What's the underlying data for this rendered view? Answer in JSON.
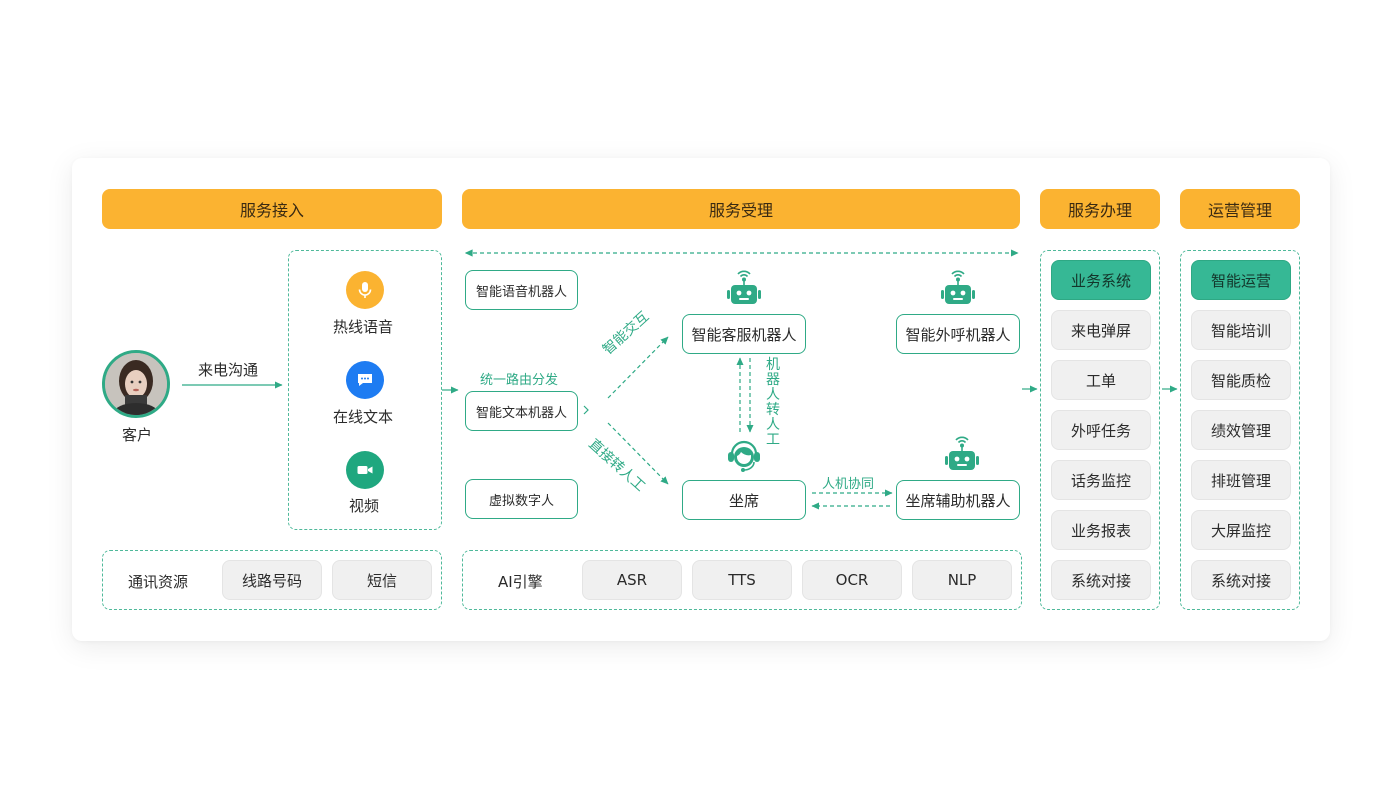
{
  "headers": {
    "access": "服务接入",
    "handling": "服务受理",
    "processing": "服务办理",
    "operations": "运营管理"
  },
  "customer": {
    "label": "客户",
    "channel_label": "来电沟通"
  },
  "channels": [
    {
      "label": "热线语音",
      "icon": "microphone-icon",
      "color": "#fbb331"
    },
    {
      "label": "在线文本",
      "icon": "chat-bubble-icon",
      "color": "#1e7cf2"
    },
    {
      "label": "视频",
      "icon": "video-camera-icon",
      "color": "#1fa77f"
    }
  ],
  "routing_label": "统一路由分发",
  "robots": {
    "voice": "智能语音机器人",
    "text": "智能文本机器人",
    "digital": "虚拟数字人",
    "service": "智能客服机器人",
    "outbound": "智能外呼机器人",
    "agent": "坐席",
    "assist": "坐席辅助机器人"
  },
  "flow_labels": {
    "smart_interaction": "智能交互",
    "direct_transfer": "直接转人工",
    "robot_to_human": "机器人转人工",
    "human_machine": "人机协同"
  },
  "comm": {
    "title": "通讯资源",
    "items": [
      "线路号码",
      "短信"
    ]
  },
  "ai": {
    "title": "AI引擎",
    "items": [
      "ASR",
      "TTS",
      "OCR",
      "NLP"
    ]
  },
  "processing_items": [
    "业务系统",
    "来电弹屏",
    "工单",
    "外呼任务",
    "话务监控",
    "业务报表",
    "系统对接"
  ],
  "operations_items": [
    "智能运营",
    "智能培训",
    "智能质检",
    "绩效管理",
    "排班管理",
    "大屏监控",
    "系统对接"
  ],
  "colors": {
    "accent_yellow": "#fbb331",
    "accent_green": "#2faa86",
    "active_green": "#36b895"
  }
}
